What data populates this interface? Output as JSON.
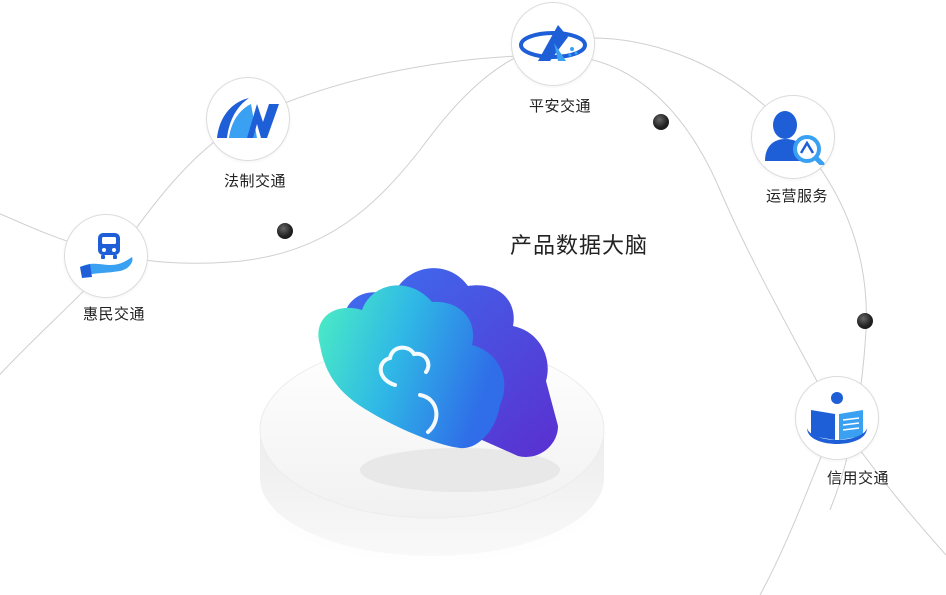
{
  "center": {
    "title": "产品数据大脑"
  },
  "nodes": {
    "huimin": {
      "label": "惠民交通",
      "icon": "hand-bus-icon"
    },
    "fazhi": {
      "label": "法制交通",
      "icon": "road-w-icon"
    },
    "pingan": {
      "label": "平安交通",
      "icon": "triangle-logo-icon"
    },
    "yunying": {
      "label": "运营服务",
      "icon": "person-search-icon"
    },
    "xinyong": {
      "label": "信用交通",
      "icon": "book-icon"
    }
  },
  "colors": {
    "blue_dark": "#1e5fd8",
    "blue_light": "#3aa0f2",
    "cloud_teal": "#4df0c2",
    "cloud_violet": "#5a2fd0",
    "line": "#cfcfcf"
  }
}
